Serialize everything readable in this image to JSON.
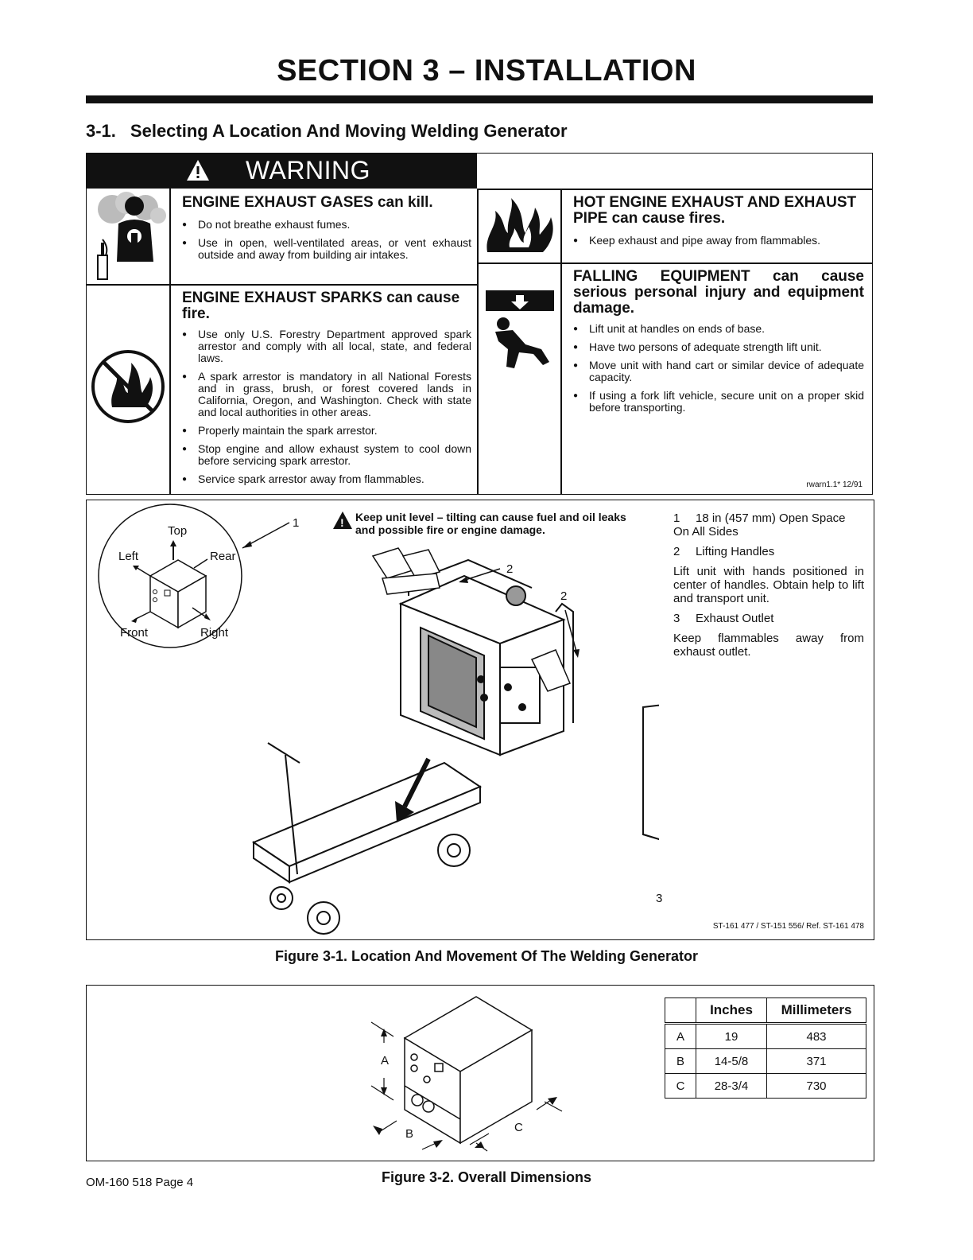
{
  "section_title": "SECTION 3 – INSTALLATION",
  "subsection": {
    "number": "3-1.",
    "title": "Selecting A Location And Moving Welding Generator"
  },
  "warning": {
    "banner": "WARNING",
    "items": [
      {
        "icon": "exhaust-gas-icon",
        "heading": "ENGINE EXHAUST GASES can kill.",
        "bullets": [
          "Do not breathe exhaust fumes.",
          "Use in open, well-ventilated areas, or vent exhaust outside and away from building air intakes."
        ]
      },
      {
        "icon": "no-fire-icon",
        "heading": "ENGINE EXHAUST SPARKS can cause fire.",
        "bullets": [
          "Use only U.S. Forestry Department approved spark arrestor and comply with all local, state, and federal laws.",
          "A spark arrestor is mandatory in all National Forests and in grass, brush, or forest covered lands in California, Oregon, and Washington. Check with state and local authorities in other areas.",
          "Properly maintain the spark arrestor.",
          "Stop engine and allow exhaust system to cool down before servicing spark arrestor.",
          "Service spark arrestor away from flammables."
        ]
      },
      {
        "icon": "fire-icon",
        "heading": "HOT ENGINE EXHAUST AND EXHAUST PIPE can cause fires.",
        "bullets": [
          "Keep exhaust and pipe away from flammables."
        ]
      },
      {
        "icon": "falling-equipment-icon",
        "heading": "FALLING EQUIPMENT can cause serious personal injury and equipment damage.",
        "bullets": [
          "Lift unit at handles on ends of base.",
          "Have two persons of adequate strength lift unit.",
          "Move unit with hand cart or similar device of adequate capacity.",
          "If using a fork lift vehicle, secure unit on a proper skid before transporting."
        ]
      }
    ],
    "ref": "rwarn1.1* 12/91"
  },
  "figure1": {
    "orientation": {
      "top": "Top",
      "left": "Left",
      "rear": "Rear",
      "front": "Front",
      "right": "Right"
    },
    "callout_labels": [
      "1",
      "2",
      "2",
      "3"
    ],
    "caution": "Keep unit level – tilting can cause fuel and oil leaks and possible fire or engine damage.",
    "legend": [
      {
        "num": "1",
        "label": "18 in (457 mm) Open Space On All Sides"
      },
      {
        "num": "2",
        "label": "Lifting Handles"
      },
      {
        "num": "",
        "label": "Lift unit with hands positioned in center of handles. Obtain help to lift and transport unit."
      },
      {
        "num": "3",
        "label": "Exhaust Outlet"
      },
      {
        "num": "",
        "label": "Keep flammables away from exhaust outlet."
      }
    ],
    "ref": "ST-161 477 / ST-151 556/ Ref. ST-161 478",
    "caption": "Figure 3-1. Location And Movement Of The Welding Generator"
  },
  "figure2": {
    "labels": {
      "a": "A",
      "b": "B",
      "c": "C"
    },
    "table": {
      "headers": [
        "",
        "Inches",
        "Millimeters"
      ],
      "rows": [
        [
          "A",
          "19",
          "483"
        ],
        [
          "B",
          "14-5/8",
          "371"
        ],
        [
          "C",
          "28-3/4",
          "730"
        ]
      ]
    },
    "caption": "Figure 3-2. Overall Dimensions"
  },
  "footer": "OM-160 518 Page 4"
}
